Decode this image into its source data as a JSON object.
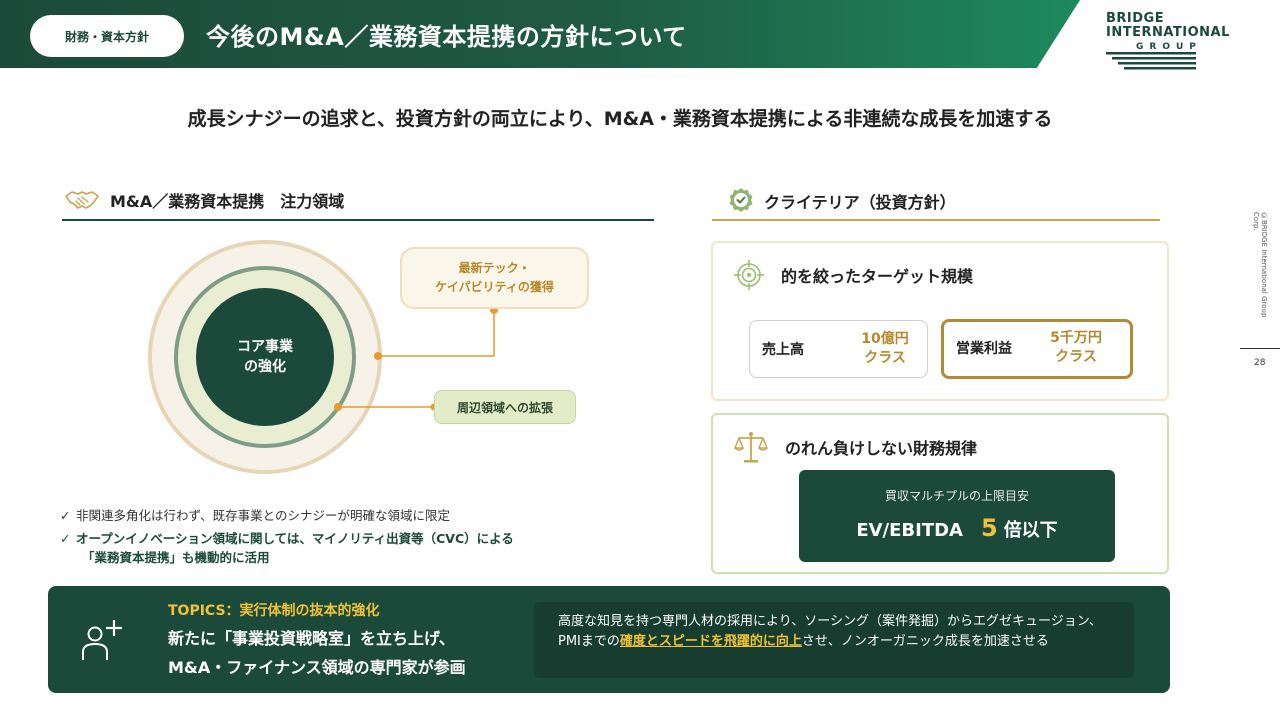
{
  "header": {
    "tag": "財務・資本方針",
    "title": "今後のM&A／業務資本提携の方針について"
  },
  "logo": {
    "line1": "BRIDGE",
    "line2": "INTERNATIONAL",
    "line3": "GROUP"
  },
  "copyright": "©BRIDGE International Group Corp.",
  "page_number": "28",
  "headline": "成長シナジーの追求と、投資方針の両立により、M&A・業務資本提携による非連続な成長を加速する",
  "left": {
    "section_title": "M&A／業務資本提携　注力領域",
    "core_line1": "コア事業",
    "core_line2": "の強化",
    "tech_line1": "最新テック・",
    "tech_line2": "ケイパビリティの獲得",
    "near_label": "周辺領域への拡張",
    "note1": "非関連多角化は行わず、既存事業とのシナジーが明確な領域に限定",
    "note2_line1": "オープンイノベーション領域に関しては、マイノリティ出資等（CVC）による",
    "note2_line2": "「業務資本提携」も機動的に活用"
  },
  "right": {
    "section_title": "クライテリア（投資方針）",
    "card1": {
      "title": "的を絞ったターゲット規模",
      "sales_label": "売上高",
      "sales_value": "10億円\nクラス",
      "op_label": "営業利益",
      "op_value": "5千万円\nクラス"
    },
    "card2": {
      "title": "のれん負けしない財務規律",
      "sub": "買収マルチプルの上限目安",
      "metric": "EV/EBITDA",
      "multiple": "5",
      "suffix": "倍以下"
    }
  },
  "topics": {
    "label": "TOPICS：実行体制の抜本的強化",
    "head_line1": "新たに「事業投資戦略室」を立ち上げ、",
    "head_line2": "M&A・ファイナンス領域の専門家が参画",
    "body_part1": "高度な知見を持つ専門人材の採用により、ソーシング（案件発掘）からエグゼキュージョン、PMIまでの",
    "body_highlight": "確度とスピードを飛躍的に向上",
    "body_part2": "させ、ノンオーガニック成長を加速させる"
  },
  "colors": {
    "primary": "#1c4a3a",
    "gold": "#b5892b",
    "accent_yellow": "#f0c23a",
    "light_green": "#e2ecc9"
  }
}
